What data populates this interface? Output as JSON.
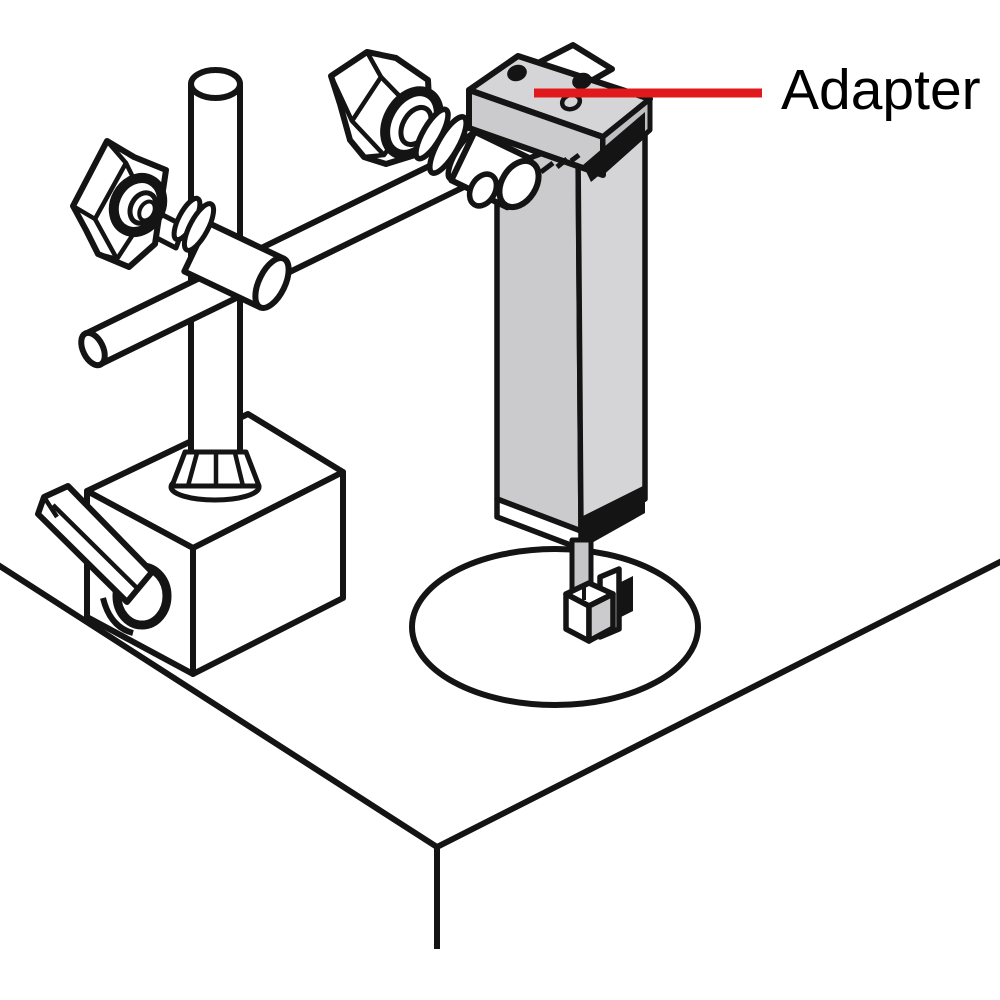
{
  "diagram": {
    "type": "technical-line-illustration",
    "description": "Isometric line drawing of a linear gauge mounted via an adapter on a magnetic-base articulated stand, probing a round workpiece on a surface plate",
    "callout": {
      "label": "Adapter"
    },
    "parts": [
      "surface-plate",
      "magnetic-base",
      "switch-lever",
      "column",
      "holding-arm",
      "cross-clamp",
      "clamp-knob-left",
      "clamp-knob-right",
      "swivel-clamp",
      "adapter-block",
      "linear-gauge-body",
      "spindle",
      "contact-tip",
      "workpiece-disc"
    ],
    "colors": {
      "background": "#ffffff",
      "outline": "#141414",
      "white": "#ffffff",
      "gray_light": "#d5d5d7",
      "gray_mid": "#cbcbce",
      "gray_dark": "#bfbfc2",
      "rod_gray": "#c6c6c8",
      "accent_red": "#e2191c",
      "label_color": "#000000"
    }
  }
}
